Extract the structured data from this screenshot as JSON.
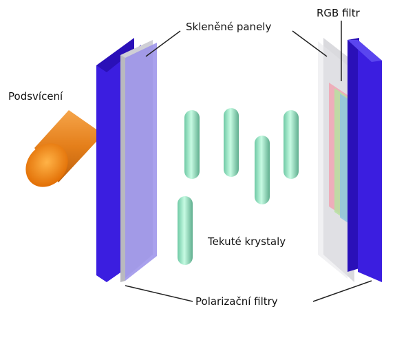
{
  "labels": {
    "glass_panels": "Skleněné panely",
    "rgb_filter": "RGB filtr",
    "backlight": "Podsvícení",
    "liquid_crystals": "Tekuté krystaly",
    "polarizing_filters": "Polarizační filtry"
  },
  "colors": {
    "polarizer": "#3b1ee0",
    "glass": "#d9d9d9",
    "backlight": "#f07a10",
    "crystal": "#9ef2cc",
    "leader_line": "#222222"
  },
  "rgb_strips": [
    "#ff4d6a",
    "#7fdd4a",
    "#2a9bd8"
  ]
}
